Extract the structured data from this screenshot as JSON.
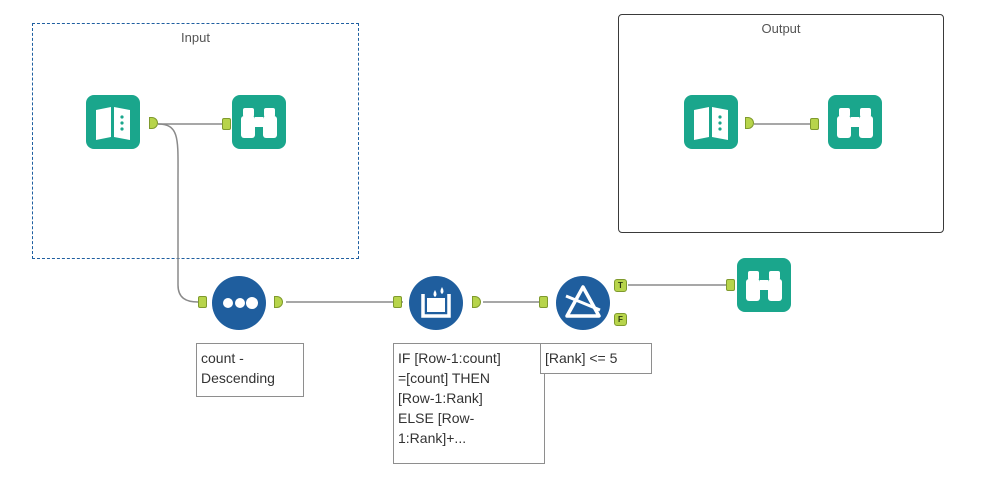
{
  "containers": {
    "input_title": "Input",
    "output_title": "Output"
  },
  "tools": [
    {
      "name": "input-data-tool",
      "icon": "book-icon"
    },
    {
      "name": "browse-tool",
      "icon": "binoculars-icon"
    },
    {
      "name": "sort-tool",
      "icon": "dots-icon"
    },
    {
      "name": "multi-row-formula-tool",
      "icon": "multi-row-icon"
    },
    {
      "name": "filter-tool",
      "icon": "filter-icon"
    }
  ],
  "annotations": {
    "sort": "count -\nDescending",
    "multirow": "IF [Row-1:count]\n=[count] THEN\n[Row-1:Rank]\nELSE [Row-\n1:Rank]+...",
    "filter": "[Rank] <= 5"
  },
  "anchors": {
    "filter_true": "T",
    "filter_false": "F"
  },
  "colors": {
    "in_out_tool": "#1aa68c",
    "preparation_tool": "#1f5e9e",
    "anchor": "#b7d44b"
  }
}
